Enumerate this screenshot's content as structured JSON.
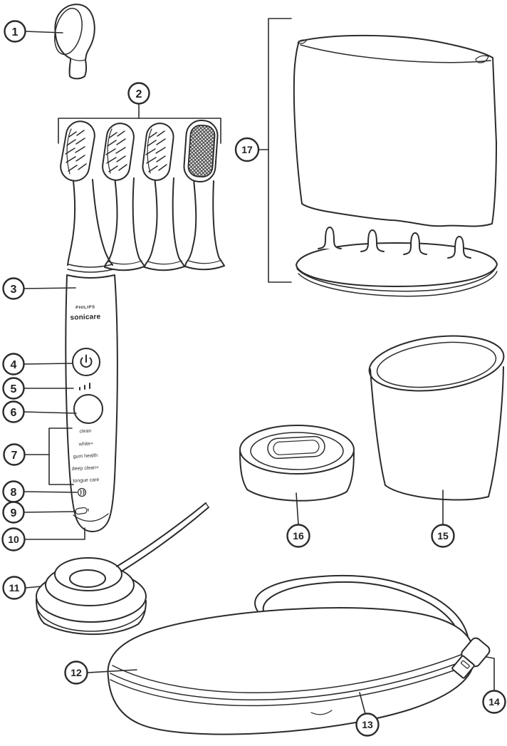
{
  "colors": {
    "ink": "#2b2b2b",
    "paper": "#ffffff"
  },
  "brand": {
    "line1": "PHILIPS",
    "line2": "sonicare"
  },
  "handle": {
    "modes": [
      "clean",
      "white+",
      "gum health",
      "deep clean+",
      "tongue care"
    ]
  },
  "icons": {
    "power": "power-icon",
    "intensity": "intensity-level-icon",
    "brush_head_replacement": "brush-head-replacement-icon",
    "battery": "battery-icon"
  },
  "callouts": [
    {
      "number": "1"
    },
    {
      "number": "2"
    },
    {
      "number": "3"
    },
    {
      "number": "4"
    },
    {
      "number": "5"
    },
    {
      "number": "6"
    },
    {
      "number": "7"
    },
    {
      "number": "8"
    },
    {
      "number": "9"
    },
    {
      "number": "10"
    },
    {
      "number": "11"
    },
    {
      "number": "12"
    },
    {
      "number": "13"
    },
    {
      "number": "14"
    },
    {
      "number": "15"
    },
    {
      "number": "16"
    },
    {
      "number": "17"
    }
  ]
}
